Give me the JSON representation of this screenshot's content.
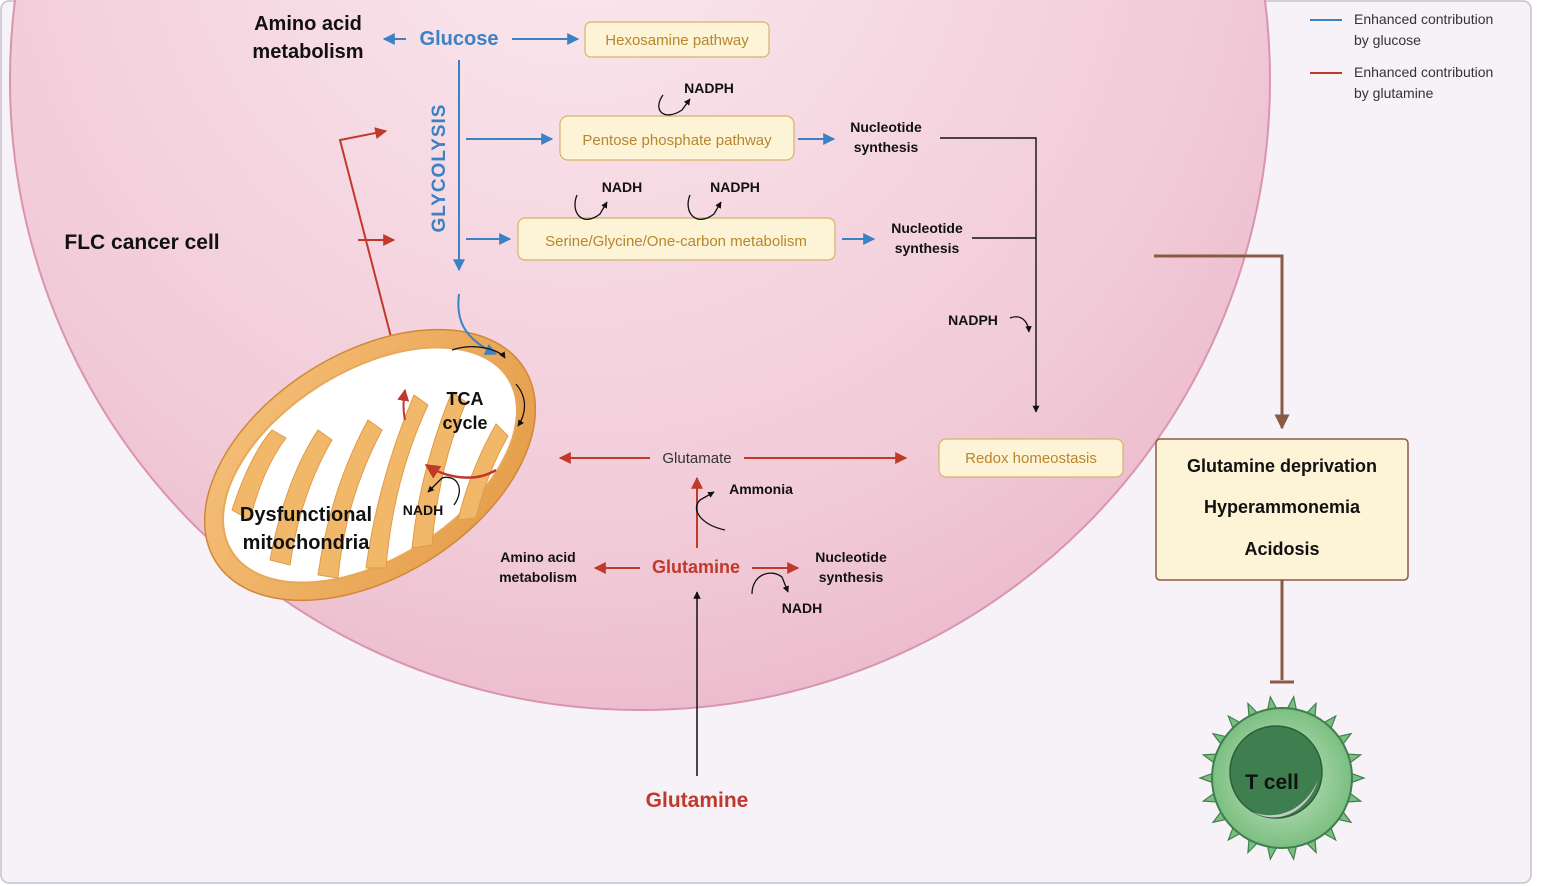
{
  "colors": {
    "glucose": "#3b82c4",
    "glutamine": "#c0392b",
    "pathway_text": "#b8862e",
    "box_fill": "#fdf3d6",
    "box_stroke": "#d8b26a",
    "output_arrow": "#8a5a44",
    "cell_fill": "#f3d2dd",
    "cell_stroke": "#d995ad",
    "page_bg": "#f7f1f8",
    "tcell_green": "#3f7f4f"
  },
  "legend": {
    "glucose_line1": "Enhanced contribution",
    "glucose_line2": "by glucose",
    "glutamine_line1": "Enhanced contribution",
    "glutamine_line2": "by glutamine"
  },
  "labels": {
    "cell_title": "FLC cancer cell",
    "glucose": "Glucose",
    "amino_acid_top_1": "Amino acid",
    "amino_acid_top_2": "metabolism",
    "hexosamine": "Hexosamine pathway",
    "glycolysis": "GLYCOLYSIS",
    "pentose": "Pentose phosphate pathway",
    "serine": "Serine/Glycine/One-carbon metabolism",
    "nadph": "NADPH",
    "nadh": "NADH",
    "nucleotide_1": "Nucleotide",
    "nucleotide_2": "synthesis",
    "tca_1": "TCA",
    "tca_2": "cycle",
    "mito_1": "Dysfunctional",
    "mito_2": "mitochondria",
    "glutamate": "Glutamate",
    "redox": "Redox homeostasis",
    "ammonia": "Ammonia",
    "glutamine_in": "Glutamine",
    "glutamine_out": "Glutamine",
    "amino_acid_bottom_1": "Amino acid",
    "amino_acid_bottom_2": "metabolism",
    "effect_1": "Glutamine deprivation",
    "effect_2": "Hyperammonemia",
    "effect_3": "Acidosis",
    "tcell": "T cell"
  }
}
